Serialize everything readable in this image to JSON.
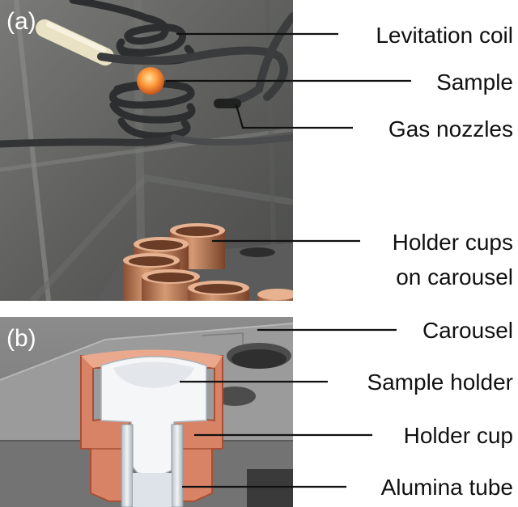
{
  "panel_a": {
    "tag": "(a)",
    "labels": {
      "levitation_coil": "Levitation coil",
      "sample": "Sample",
      "gas_nozzles": "Gas nozzles",
      "holder_cups_line1": "Holder cups",
      "holder_cups_line2": "on carousel"
    }
  },
  "panel_b": {
    "tag": "(b)",
    "labels": {
      "carousel": "Carousel",
      "sample_holder": "Sample holder",
      "holder_cup": "Holder cup",
      "alumina_tube": "Alumina tube"
    }
  },
  "colors": {
    "copper": "#d98366",
    "copper_dark": "#a84f35",
    "alumina": "#cfd6dc",
    "sample_glow": "#ff9a3c"
  }
}
